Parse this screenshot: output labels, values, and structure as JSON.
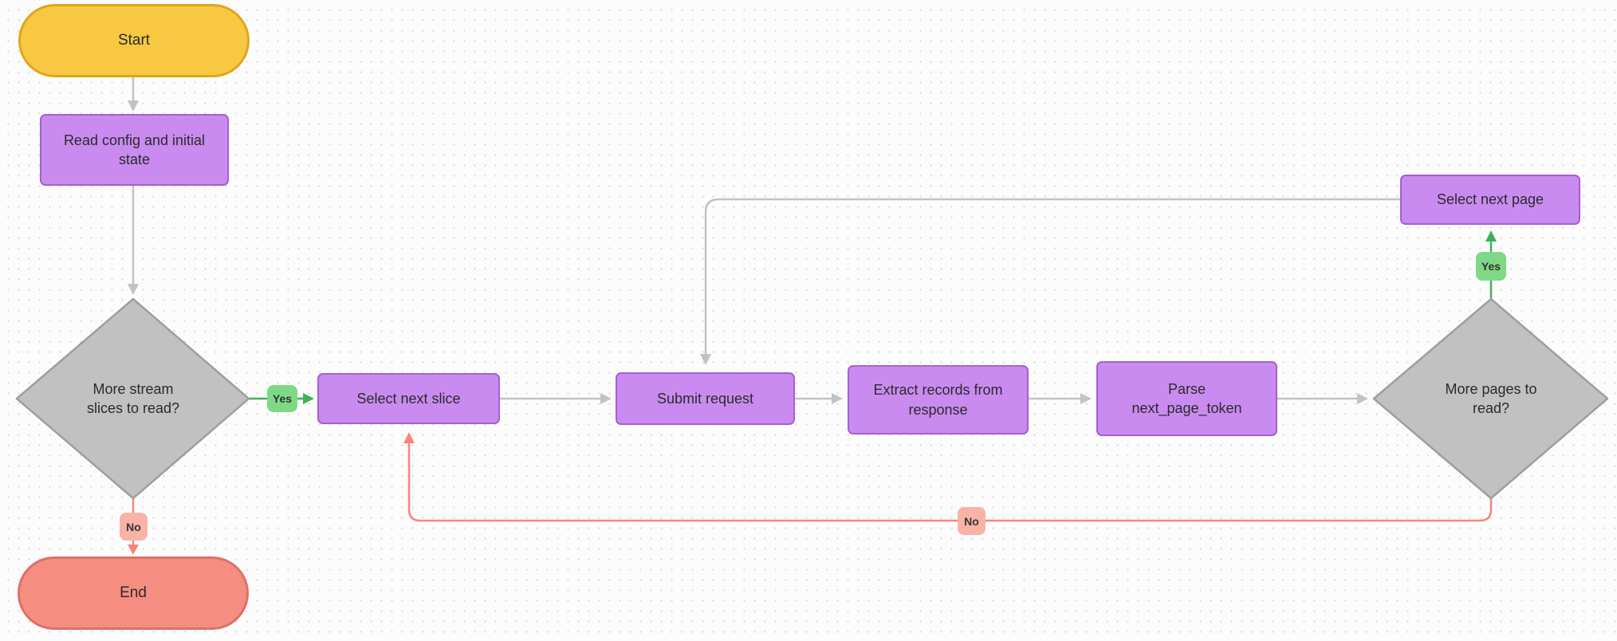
{
  "diagram": {
    "title": "connector-read-flowchart",
    "nodes": {
      "start": {
        "label": "Start",
        "type": "terminal-start"
      },
      "read_config": {
        "label": "Read config and initial state",
        "type": "process"
      },
      "more_slices": {
        "label": "More stream slices to read?",
        "type": "decision"
      },
      "select_next_slice": {
        "label": "Select next slice",
        "type": "process"
      },
      "submit_request": {
        "label": "Submit request",
        "type": "process"
      },
      "extract_records": {
        "label": "Extract records from response",
        "type": "process"
      },
      "parse_token": {
        "label": "Parse next_page_token",
        "type": "process"
      },
      "more_pages": {
        "label": "More pages to read?",
        "type": "decision"
      },
      "select_next_page": {
        "label": "Select next page",
        "type": "process"
      },
      "end": {
        "label": "End",
        "type": "terminal-end"
      }
    },
    "edge_labels": {
      "slices_yes": "Yes",
      "slices_no": "No",
      "pages_yes": "Yes",
      "pages_no": "No"
    },
    "edges": [
      {
        "from": "start",
        "to": "read_config"
      },
      {
        "from": "read_config",
        "to": "more_slices"
      },
      {
        "from": "more_slices",
        "to": "select_next_slice",
        "label": "Yes"
      },
      {
        "from": "more_slices",
        "to": "end",
        "label": "No"
      },
      {
        "from": "select_next_slice",
        "to": "submit_request"
      },
      {
        "from": "submit_request",
        "to": "extract_records"
      },
      {
        "from": "extract_records",
        "to": "parse_token"
      },
      {
        "from": "parse_token",
        "to": "more_pages"
      },
      {
        "from": "more_pages",
        "to": "select_next_page",
        "label": "Yes"
      },
      {
        "from": "select_next_page",
        "to": "submit_request"
      },
      {
        "from": "more_pages",
        "to": "select_next_slice",
        "label": "No"
      }
    ],
    "colors": {
      "canvas_bg": "#FCFCFC",
      "grid_dot": "#DCDCDC",
      "text": "#2B2B2B",
      "terminal_start_fill": "#F9C842",
      "terminal_start_border": "#DFA51E",
      "terminal_end_fill": "#F68D81",
      "terminal_end_border": "#DB7168",
      "process_fill": "#C98BF0",
      "process_border": "#A55FD1",
      "decision_fill": "#C1C1C1",
      "decision_border": "#9E9E9E",
      "edge_gray": "#C2C2C2",
      "edge_green": "#3CB257",
      "edge_red": "#F8857B",
      "badge_yes_bg": "#7ED886",
      "badge_no_bg": "#F9B3A6"
    }
  }
}
